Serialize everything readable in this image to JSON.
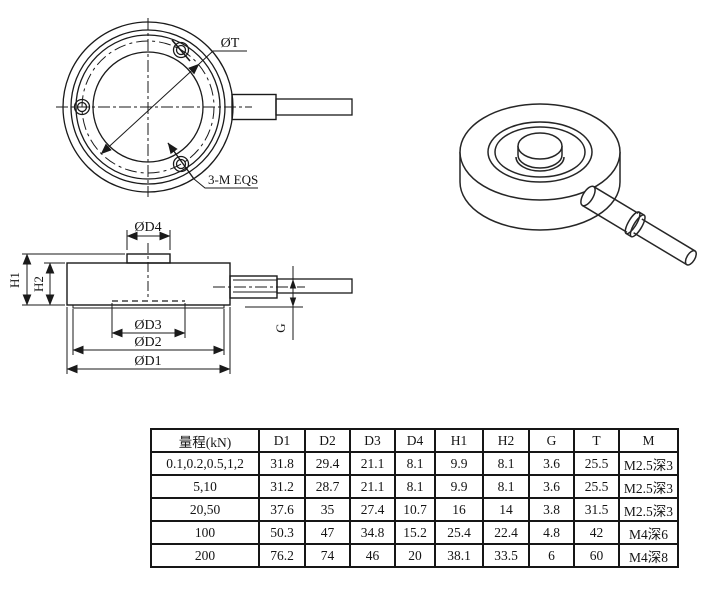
{
  "drawing": {
    "top_view": {
      "label_t": "ØT",
      "label_holes": "3-M EQS"
    },
    "side_view": {
      "label_d4": "ØD4",
      "label_d3": "ØD3",
      "label_d2": "ØD2",
      "label_d1": "ØD1",
      "label_h1": "H1",
      "label_h2": "H2",
      "label_g": "G"
    }
  },
  "table": {
    "headers": [
      "量程(kN)",
      "D1",
      "D2",
      "D3",
      "D4",
      "H1",
      "H2",
      "G",
      "T",
      "M"
    ],
    "rows": [
      [
        "0.1,0.2,0.5,1,2",
        "31.8",
        "29.4",
        "21.1",
        "8.1",
        "9.9",
        "8.1",
        "3.6",
        "25.5",
        "M2.5深3"
      ],
      [
        "5,10",
        "31.2",
        "28.7",
        "21.1",
        "8.1",
        "9.9",
        "8.1",
        "3.6",
        "25.5",
        "M2.5深3"
      ],
      [
        "20,50",
        "37.6",
        "35",
        "27.4",
        "10.7",
        "16",
        "14",
        "3.8",
        "31.5",
        "M2.5深3"
      ],
      [
        "100",
        "50.3",
        "47",
        "34.8",
        "15.2",
        "25.4",
        "22.4",
        "4.8",
        "42",
        "M4深6"
      ],
      [
        "200",
        "76.2",
        "74",
        "46",
        "20",
        "38.1",
        "33.5",
        "6",
        "60",
        "M4深8"
      ]
    ]
  },
  "colors": {
    "line": "#1a1a1a",
    "background": "#ffffff"
  }
}
